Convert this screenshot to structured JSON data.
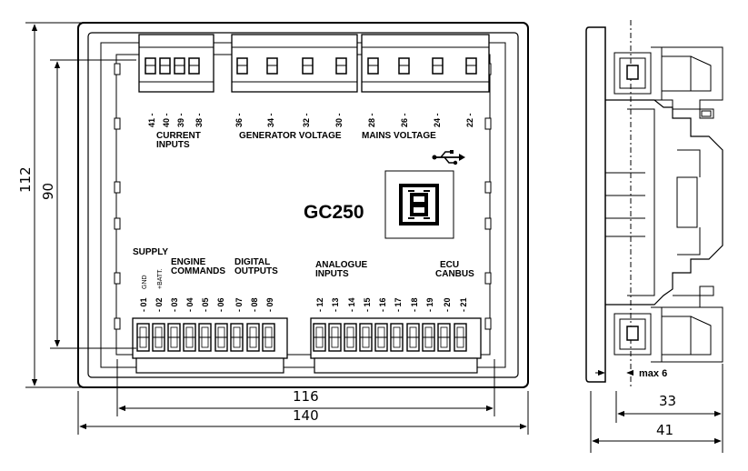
{
  "model": "GC250",
  "top_groups": [
    {
      "name": "CURRENT",
      "name2": "INPUTS"
    },
    {
      "name": "GENERATOR VOLTAGE"
    },
    {
      "name": "MAINS VOLTAGE"
    }
  ],
  "top_terminals": [
    "41",
    "40",
    "39",
    "38",
    "36",
    "34",
    "32",
    "30",
    "28",
    "26",
    "24",
    "22"
  ],
  "bottom_groups": {
    "supply": "SUPPLY",
    "engine": [
      "ENGINE",
      "COMMANDS"
    ],
    "digital": [
      "DIGITAL",
      "OUTPUTS"
    ],
    "analogue": [
      "ANALOGUE",
      "INPUTS"
    ],
    "ecu": [
      "ECU",
      "CANBUS"
    ]
  },
  "bottom_terminals": [
    "01",
    "02",
    "03",
    "04",
    "05",
    "06",
    "07",
    "08",
    "09",
    "12",
    "13",
    "14",
    "15",
    "16",
    "17",
    "18",
    "19",
    "20",
    "21"
  ],
  "bottom_terminal_notes": {
    "01": "GND",
    "02": "+BATT."
  },
  "dimensions": {
    "height_outer": "112",
    "height_inner": "90",
    "width_inner": "116",
    "width_outer": "140",
    "depth_body": "33",
    "depth_total": "41",
    "panel_max": "max 6"
  },
  "usb_symbol": "usb-symbol"
}
